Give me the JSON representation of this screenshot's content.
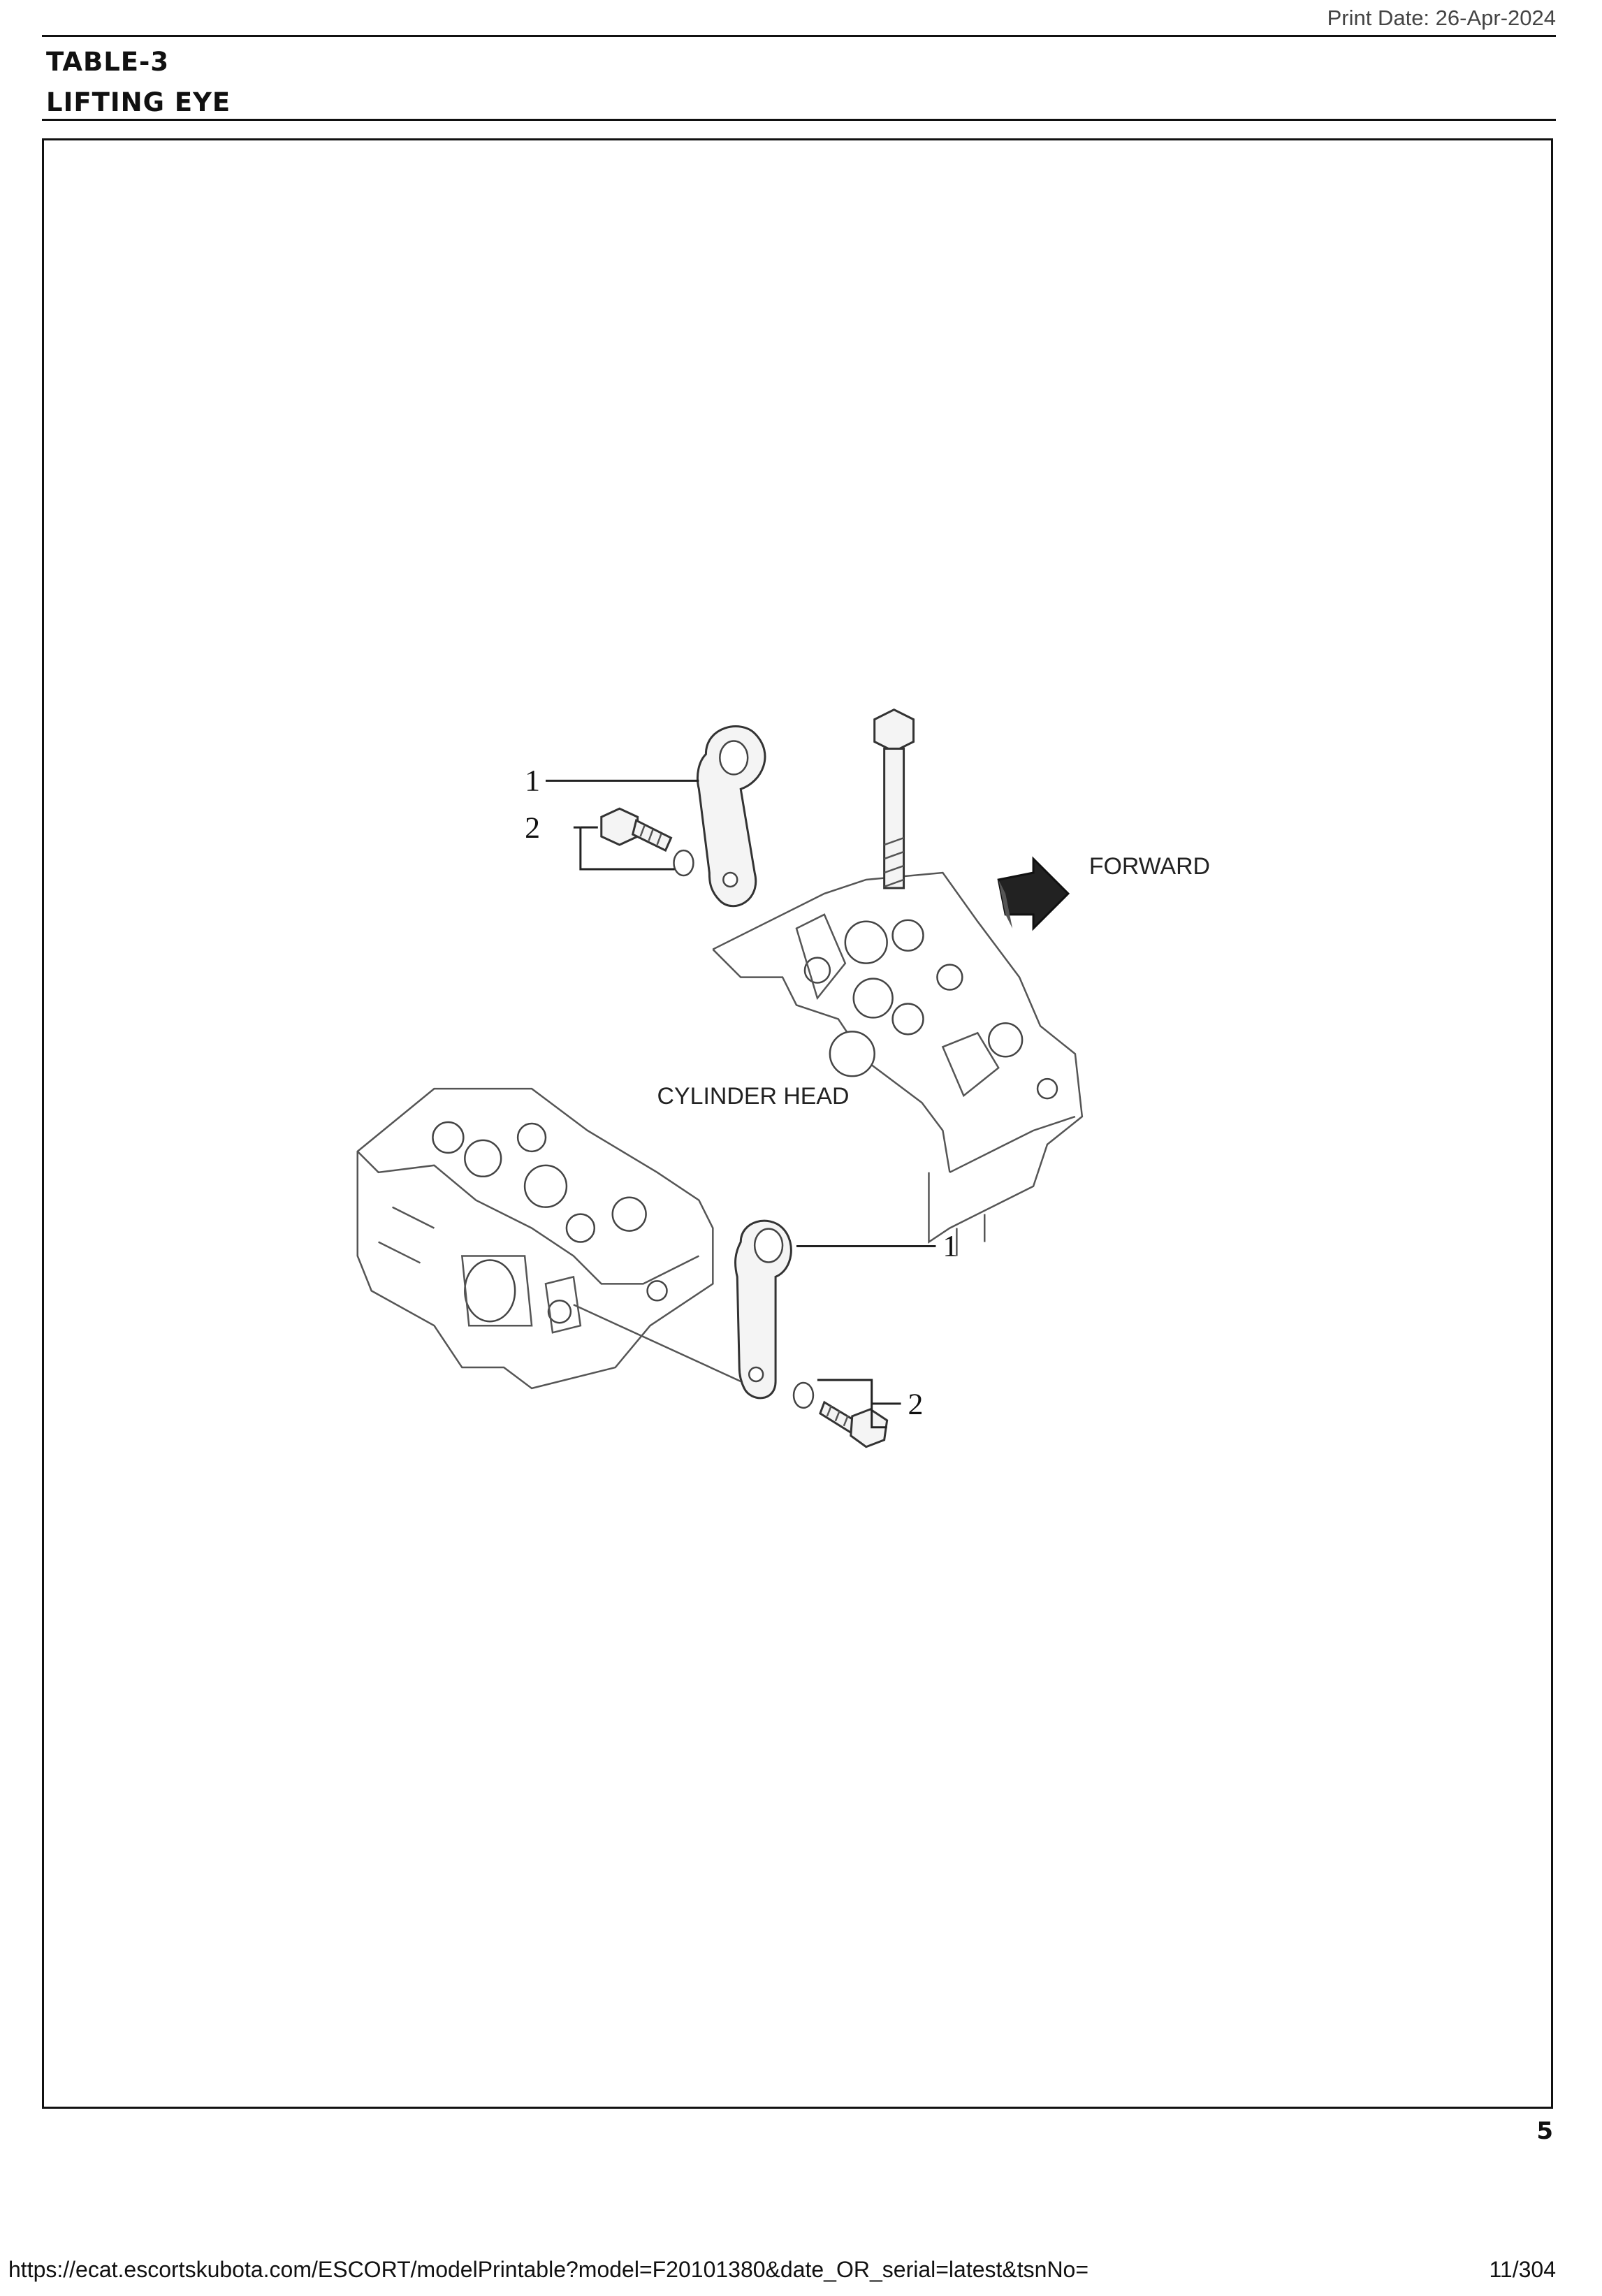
{
  "header": {
    "print_date": "Print Date: 26-Apr-2024",
    "table_no": "TABLE-3",
    "section_title": "LIFTING EYE"
  },
  "diagram": {
    "callouts": {
      "upper_eye": "1",
      "upper_bolt": "2",
      "lower_eye": "1",
      "lower_bolt": "2"
    },
    "labels": {
      "forward": "FORWARD",
      "cylinder_head": "CYLINDER HEAD"
    },
    "icons": [
      "forward-arrow-icon"
    ]
  },
  "page": {
    "number": "5"
  },
  "footer": {
    "url": "https://ecat.escortskubota.com/ESCORT/modelPrintable?model=F20101380&date_OR_serial=latest&tsnNo=",
    "page_count": "11/304"
  }
}
